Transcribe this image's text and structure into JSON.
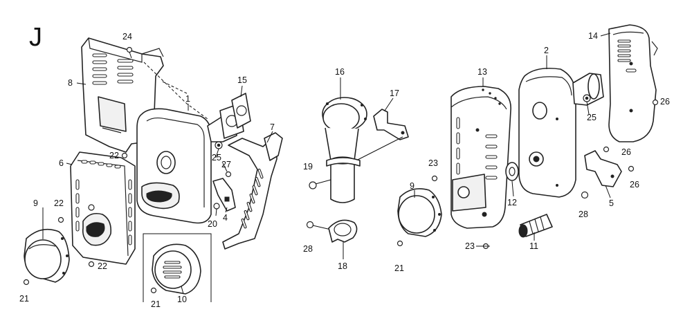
{
  "section": {
    "letter": "J"
  },
  "callouts": {
    "c1": "1",
    "c2": "2",
    "c4": "4",
    "c5": "5",
    "c6": "6",
    "c7": "7",
    "c8": "8",
    "c9a": "9",
    "c9b": "9",
    "c10": "10",
    "c11": "11",
    "c12": "12",
    "c13": "13",
    "c14": "14",
    "c15": "15",
    "c16": "16",
    "c17": "17",
    "c18": "18",
    "c19": "19",
    "c20": "20",
    "c21a": "21",
    "c21b": "21",
    "c21c": "21",
    "c22a": "22",
    "c22b": "22",
    "c22c": "22",
    "c23a": "23",
    "c23b": "23",
    "c24": "24",
    "c25a": "25",
    "c25b": "25",
    "c26a": "26",
    "c26b": "26",
    "c26c": "26",
    "c27": "27",
    "c28a": "28",
    "c28b": "28"
  },
  "colors": {
    "line": "#222222",
    "background": "#ffffff"
  },
  "icons": {
    "screw": "screw-icon",
    "bolt": "bolt-icon"
  }
}
